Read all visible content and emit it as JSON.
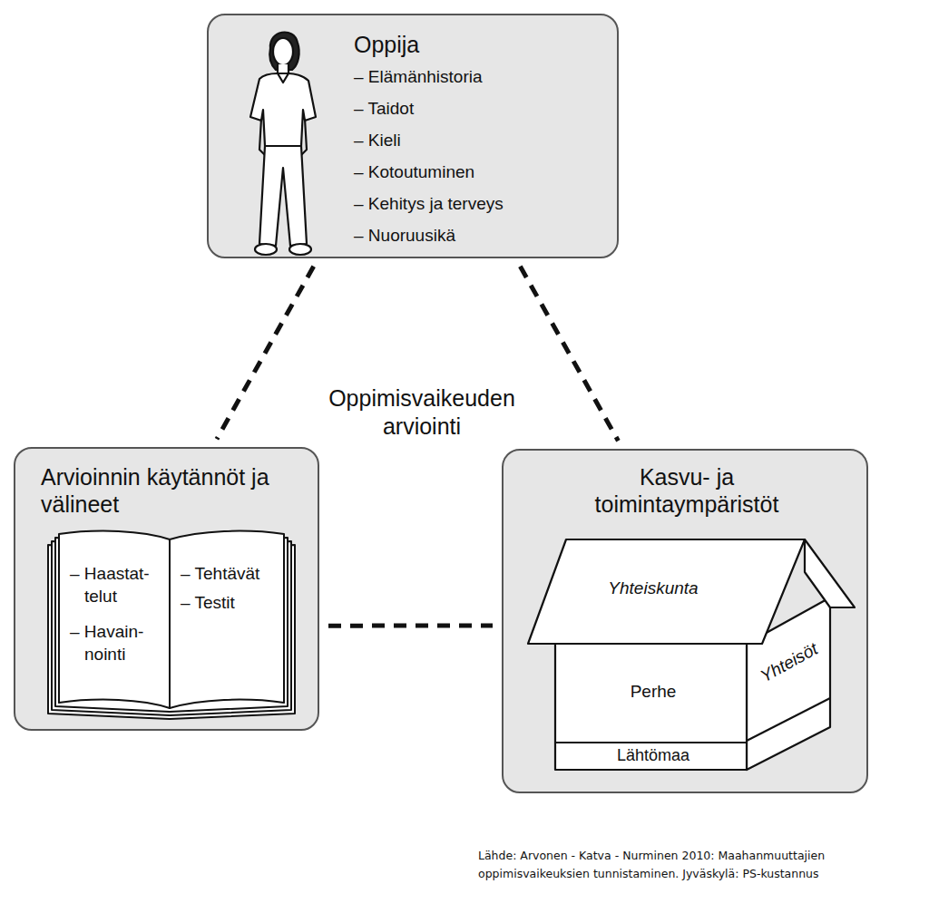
{
  "diagram": {
    "caption": "Lähde: Arvonen - Katva - Nurminen 2010: Maahanmuuttajien oppimisvaikeuksien tunnistaminen. Jyväskylä: PS-kustannus",
    "nodes": [
      {
        "text": [
          "Oppija",
          "– Elämänhistoria",
          "– Taidot",
          "– Kieli",
          "– Kotoutuminen",
          "– Kehitys ja terveys",
          "– Nuoruusikä"
        ]
      },
      {
        "text": [
          "Arvioinnin käytännöt ja välineet",
          "– Haastat- telut",
          "– Havain- nointi",
          "– Tehtävät",
          "– Testit"
        ]
      },
      {
        "text": [
          "Kasvu- ja toimintaympäristöt",
          "Yhteiskunta",
          "Perhe",
          "Yhteisöt",
          "Lähtömaa"
        ]
      }
    ],
    "edges": [
      {
        "from": 0,
        "to": 1,
        "arrow": "none"
      },
      {
        "from": 0,
        "to": 2,
        "arrow": "none"
      },
      {
        "from": 1,
        "to": 2,
        "arrow": "none"
      }
    ],
    "labels": [
      "Oppimisvaikeuden arviointi"
    ]
  }
}
